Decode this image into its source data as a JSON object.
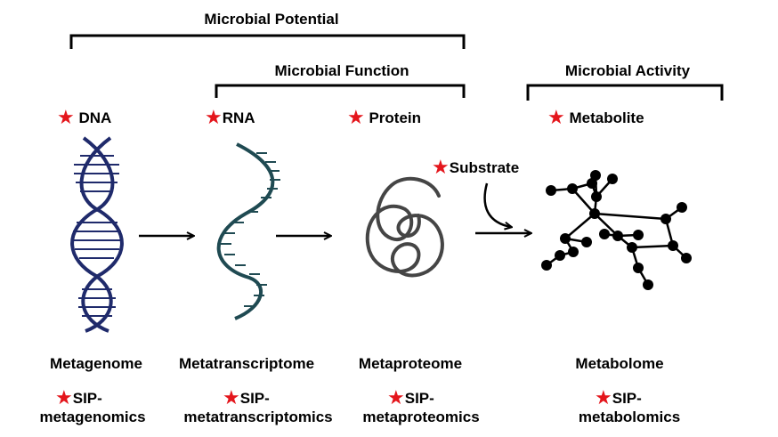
{
  "brackets": {
    "potential": "Microbial Potential",
    "function": "Microbial Function",
    "activity": "Microbial Activity"
  },
  "molecules": {
    "dna": "DNA",
    "rna": "RNA",
    "protein": "Protein",
    "metabolite": "Metabolite",
    "substrate": "Substrate"
  },
  "omics": {
    "metagenome": "Metagenome",
    "metatranscriptome": "Metatranscriptome",
    "metaproteome": "Metaproteome",
    "metabolome": "Metabolome"
  },
  "sip": {
    "metagenomics_1": "SIP-",
    "metagenomics_2": "metagenomics",
    "metatranscriptomics_1": "SIP-",
    "metatranscriptomics_2": "metatranscriptomics",
    "metaproteomics_1": "SIP-",
    "metaproteomics_2": "metaproteomics",
    "metabolomics_1": "SIP-",
    "metabolomics_2": "metabolomics"
  },
  "colors": {
    "star": "#e4161c",
    "dna": "#1f2a6b",
    "rna": "#1f4a52",
    "protein": "#454545",
    "line": "#000000"
  },
  "icons": {
    "star": "red-star-icon",
    "dna": "dna-double-helix-icon",
    "rna": "rna-strand-icon",
    "protein": "folded-protein-icon",
    "metabolite": "metabolite-network-icon"
  }
}
